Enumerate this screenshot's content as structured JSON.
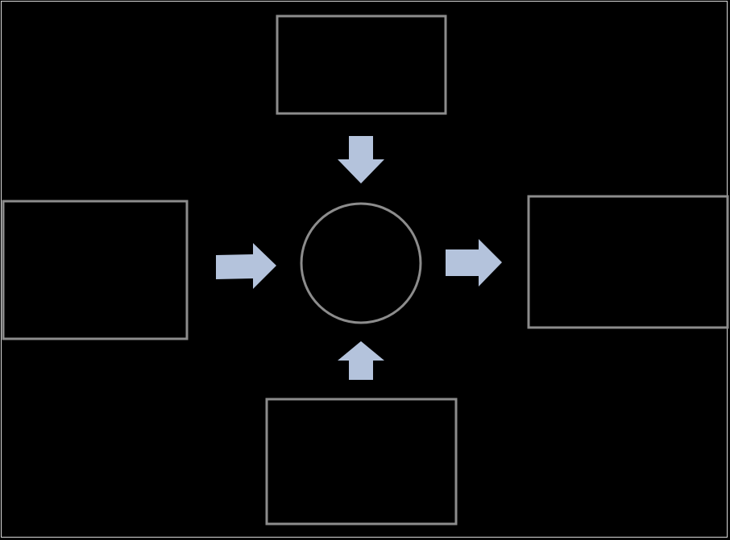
{
  "diagram": {
    "nodes": [
      {
        "id": "top-box",
        "label": ""
      },
      {
        "id": "left-box",
        "label": ""
      },
      {
        "id": "center-circle",
        "label": ""
      },
      {
        "id": "right-box",
        "label": ""
      },
      {
        "id": "bottom-box",
        "label": ""
      }
    ],
    "edges": [
      {
        "from": "top-box",
        "to": "center-circle"
      },
      {
        "from": "bottom-box",
        "to": "center-circle"
      },
      {
        "from": "left-box",
        "to": "center-circle"
      },
      {
        "from": "center-circle",
        "to": "right-box"
      }
    ]
  },
  "colors": {
    "background": "#000000",
    "outline": "#8c8c8c",
    "arrow": "#b4c3dc",
    "frame": "#d9d9d9"
  }
}
